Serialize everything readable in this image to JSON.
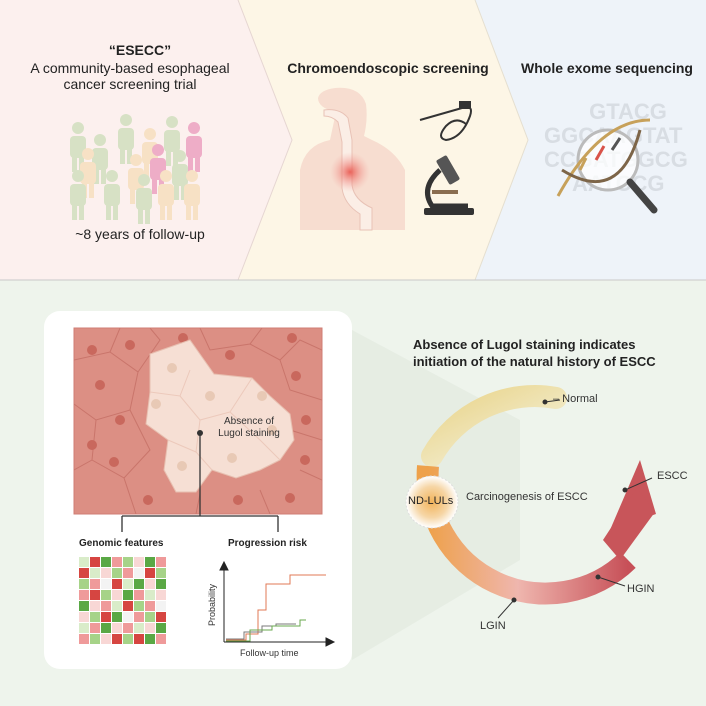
{
  "top_panels": {
    "esecc": {
      "title": "“ESECC”",
      "subtitle_line1": "A community-based esophageal",
      "subtitle_line2": "cancer screening trial",
      "followup": "~8 years of follow-up"
    },
    "screening": {
      "title": "Chromoendoscopic screening"
    },
    "sequencing": {
      "title": "Whole exome sequencing",
      "dna_letters": [
        "GTACG",
        "GGCAAGTAT",
        "CCGATGGCG",
        "AATCCG"
      ]
    }
  },
  "tissue_panel": {
    "label_line1": "Absence of",
    "label_line2": "Lugol staining",
    "genomic_title": "Genomic features",
    "progression_title": "Progression risk",
    "plot_ylabel": "Probability",
    "plot_xlabel": "Follow-up time"
  },
  "natural_history": {
    "title_line1": "Absence of Lugol staining indicates",
    "title_line2": "initiation of the natural history of ESCC",
    "normal_label": "– Normal",
    "ndlul_label": "ND-LULs",
    "center_label": "Carcinogenesis of ESCC",
    "lgin_label": "LGIN",
    "hgin_label": "HGIN",
    "escc_label": "ESCC"
  },
  "colors": {
    "top_left_bg": "#fcf0ee",
    "top_mid_bg": "#fdf6e6",
    "top_right_bg": "#eef3f9",
    "bottom_bg": "#eef4ec",
    "tissue_pink": "#dc8f84",
    "lesion_light": "#f6dfd4",
    "cell_dot": "#c9685d",
    "arrow_red": "#c8555a",
    "arrow_orange": "#e9a347"
  }
}
